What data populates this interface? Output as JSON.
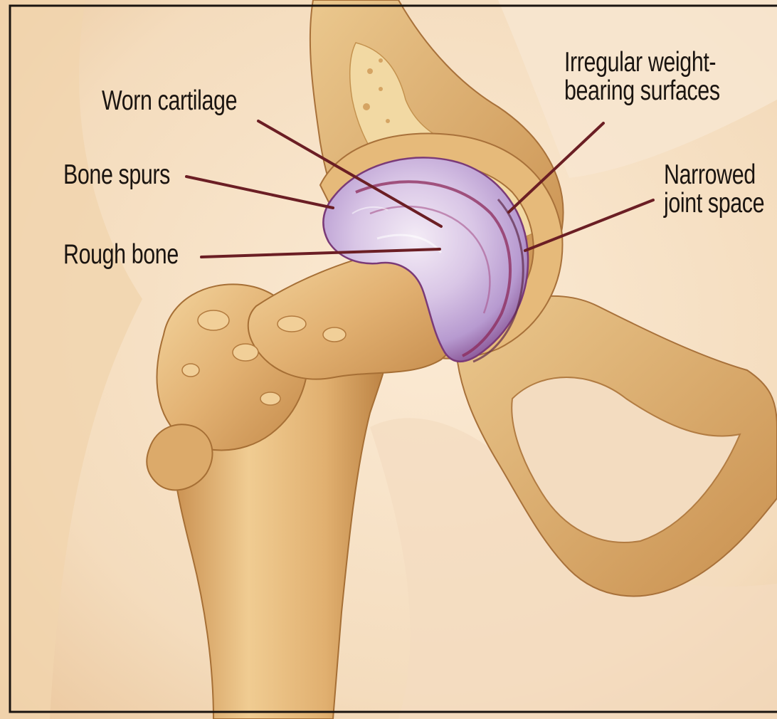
{
  "figure": {
    "subject": "hip joint osteoarthritis illustration",
    "colors": {
      "background": "#f6e3c9",
      "skin_shadow": "#e8c49a",
      "bone": "#e0b070",
      "bone_highlight": "#f8e6c0",
      "bone_shadow": "#b07a3c",
      "cartilage": "#d8c4e4",
      "cartilage_dark": "#8c4a86",
      "leader_line": "#6b1e24",
      "label_text": "#1a1410"
    }
  },
  "callouts": [
    {
      "id": "worn-cartilage",
      "lines": [
        "Worn cartilage"
      ]
    },
    {
      "id": "bone-spurs",
      "lines": [
        "Bone spurs"
      ]
    },
    {
      "id": "rough-bone",
      "lines": [
        "Rough bone"
      ]
    },
    {
      "id": "irregular-surfaces",
      "lines": [
        "Irregular weight-",
        "bearing surfaces"
      ]
    },
    {
      "id": "narrowed-space",
      "lines": [
        "Narrowed",
        "joint space"
      ]
    }
  ]
}
